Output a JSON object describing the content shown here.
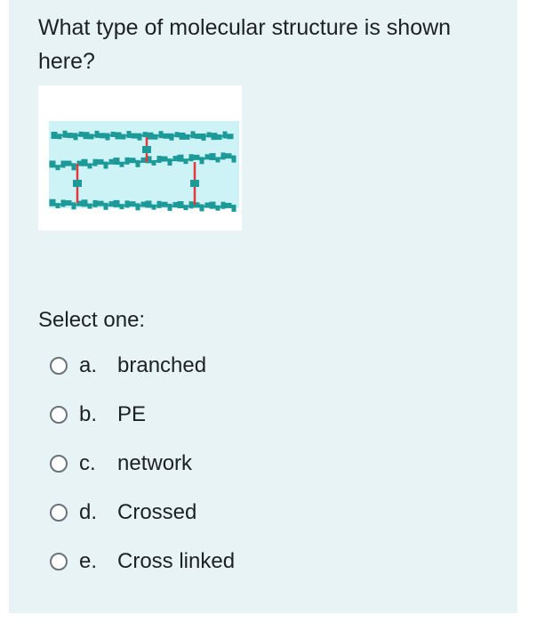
{
  "question": {
    "text": "What type of molecular structure is shown here?"
  },
  "figure": {
    "icon": "crosslinked-polymer-diagram",
    "background_color": "#cdf3f7",
    "monomer_color": "#1c9a98",
    "crosslink_color": "#e0393e"
  },
  "prompt": "Select one:",
  "options": [
    {
      "letter": "a.",
      "text": "branched"
    },
    {
      "letter": "b.",
      "text": "PE"
    },
    {
      "letter": "c.",
      "text": "network"
    },
    {
      "letter": "d.",
      "text": "Crossed"
    },
    {
      "letter": "e.",
      "text": "Cross linked"
    }
  ]
}
